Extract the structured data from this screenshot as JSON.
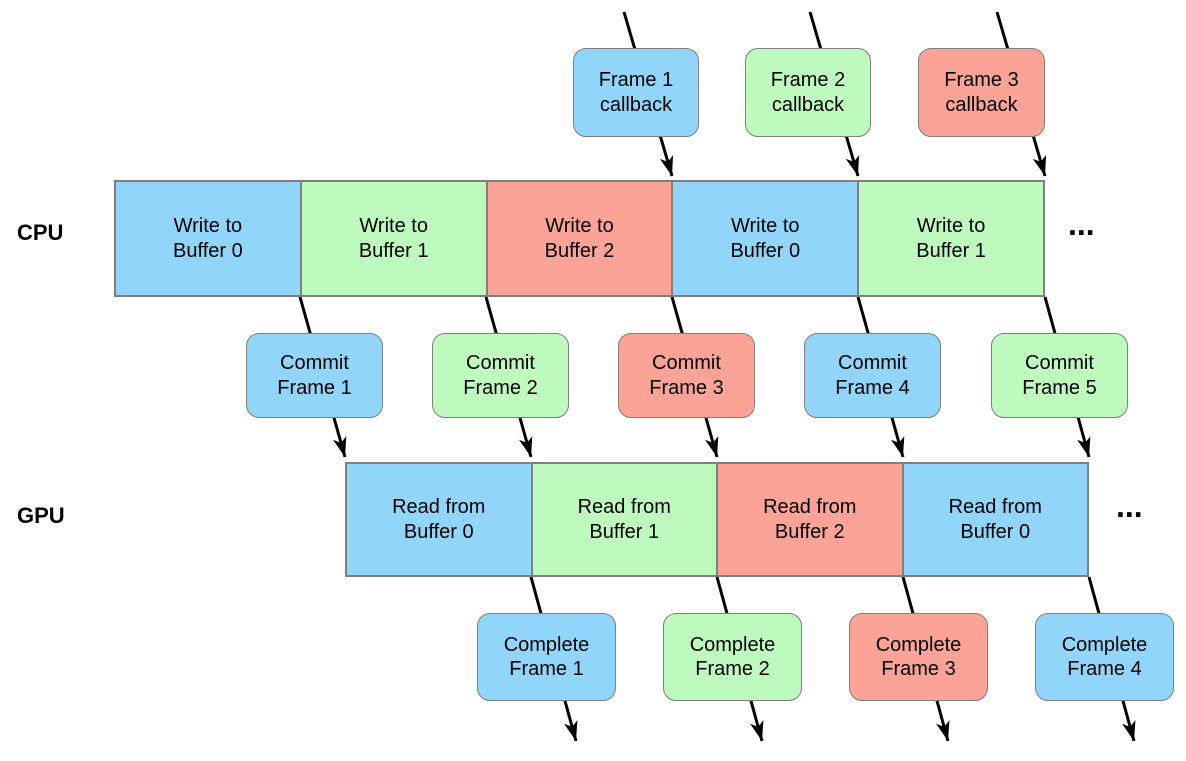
{
  "palette": {
    "blue": "#91D6FA",
    "green": "#BEFABE",
    "red": "#FBA396",
    "border": "#7F7F7F",
    "arrow": "#000000",
    "background": "#FFFFFF"
  },
  "labels": {
    "cpu": "CPU",
    "gpu": "GPU"
  },
  "callback_row": [
    {
      "label": "Frame 1\ncallback",
      "color": "#91D6FA"
    },
    {
      "label": "Frame 2\ncallback",
      "color": "#BEFABE"
    },
    {
      "label": "Frame 3\ncallback",
      "color": "#FBA396"
    }
  ],
  "cpu_track": {
    "ellipsis": "...",
    "segments": [
      {
        "label": "Write to\nBuffer 0",
        "color": "#91D6FA"
      },
      {
        "label": "Write to\nBuffer 1",
        "color": "#BEFABE"
      },
      {
        "label": "Write to\nBuffer 2",
        "color": "#FBA396"
      },
      {
        "label": "Write to\nBuffer 0",
        "color": "#91D6FA"
      },
      {
        "label": "Write to\nBuffer 1",
        "color": "#BEFABE"
      }
    ]
  },
  "commit_row": [
    {
      "label": "Commit\nFrame 1",
      "color": "#91D6FA"
    },
    {
      "label": "Commit\nFrame 2",
      "color": "#BEFABE"
    },
    {
      "label": "Commit\nFrame 3",
      "color": "#FBA396"
    },
    {
      "label": "Commit\nFrame 4",
      "color": "#91D6FA"
    },
    {
      "label": "Commit\nFrame 5",
      "color": "#BEFABE"
    }
  ],
  "gpu_track": {
    "ellipsis": "...",
    "segments": [
      {
        "label": "Read from\nBuffer 0",
        "color": "#91D6FA"
      },
      {
        "label": "Read from\nBuffer 1",
        "color": "#BEFABE"
      },
      {
        "label": "Read from\nBuffer 2",
        "color": "#FBA396"
      },
      {
        "label": "Read from\nBuffer 0",
        "color": "#91D6FA"
      }
    ]
  },
  "complete_row": [
    {
      "label": "Complete\nFrame 1",
      "color": "#91D6FA"
    },
    {
      "label": "Complete\nFrame 2",
      "color": "#BEFABE"
    },
    {
      "label": "Complete\nFrame 3",
      "color": "#FBA396"
    },
    {
      "label": "Complete\nFrame 4",
      "color": "#91D6FA"
    }
  ]
}
